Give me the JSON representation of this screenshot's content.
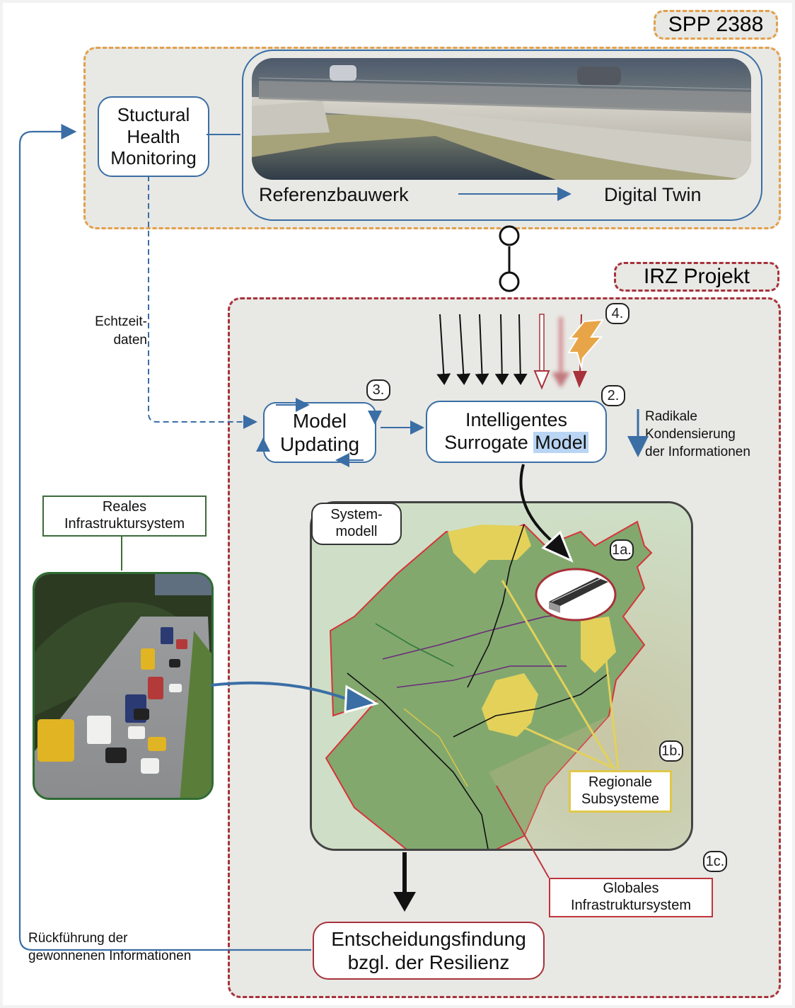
{
  "tags": {
    "spp": "SPP 2388",
    "irz": "IRZ Projekt"
  },
  "spp_section": {
    "shm_box": [
      "Stuctural",
      "Health",
      "Monitoring"
    ],
    "reference_label": "Referenzbauwerk",
    "digital_twin_label": "Digital Twin"
  },
  "labels": {
    "realtime_data": [
      "Echtzeit-",
      "daten"
    ],
    "feedback": [
      "Rückführung der",
      "gewonnenen Informationen"
    ],
    "condensation": [
      "Radikale",
      "Kondensierung",
      "der Informationen"
    ]
  },
  "irz_section": {
    "model_updating": [
      "Model",
      "Updating"
    ],
    "surrogate_model": {
      "line1": "Intelligentes",
      "line2_plain": "Surrogate ",
      "line2_highlight": "Model"
    },
    "step_numbers": {
      "s2": "2.",
      "s3": "3.",
      "s4": "4.",
      "s1a": "1a.",
      "s1b": "1b.",
      "s1c": "1c."
    },
    "system_model": [
      "System-",
      "modell"
    ],
    "regional_subsystems": [
      "Regionale",
      "Subsysteme"
    ],
    "global_system": [
      "Globales",
      "Infrastruktursystem"
    ],
    "decision": [
      "Entscheidungsfindung",
      "bzgl. der Resilienz"
    ]
  },
  "real_system": {
    "label": [
      "Reales",
      "Infrastruktursystem"
    ]
  },
  "load_arrows": {
    "black_count": 5,
    "red_variants": [
      "outline",
      "blurred",
      "solid"
    ]
  },
  "colors": {
    "spp_orange": "#e2a04a",
    "irz_red": "#a7323a",
    "flow_blue": "#3a6ea5",
    "panel_gray": "#e8e8e4",
    "map_green": "#7aa86a",
    "region_yellow": "#e3d15a",
    "border_red": "#d8333a",
    "lightning": "#e8a548"
  }
}
